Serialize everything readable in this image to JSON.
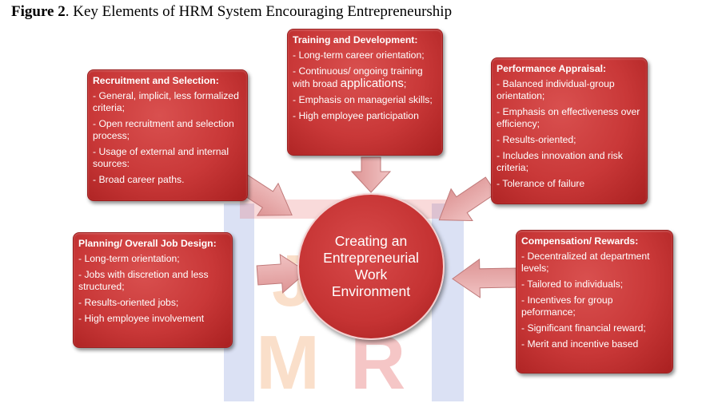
{
  "figure": {
    "label": "Figure 2",
    "title": ". Key Elements of HRM System Encouraging Entrepreneurship"
  },
  "watermark": {
    "letters": [
      "J",
      "M",
      "R"
    ]
  },
  "center": {
    "lines": [
      "Creating an",
      "Entrepreneurial",
      "Work",
      "Environment"
    ]
  },
  "boxes": {
    "recruitment": {
      "title": "Recruitment and Selection:",
      "items": [
        "- General, implicit, less formalized criteria;",
        "- Open recruitment  and selection process;",
        "- Usage of external and internal sources:",
        "- Broad career paths."
      ]
    },
    "training": {
      "title": "Training and Development:",
      "items": [
        "- Long-term career orientation;",
        "- Continuous/ ongoing training with broad",
        "applications",
        ";",
        "-  Emphasis on managerial skills;",
        "- High employee participation"
      ]
    },
    "performance": {
      "title": "Performance Appraisal:",
      "items": [
        "- Balanced individual-group orientation;",
        "- Emphasis on effectiveness over efficiency;",
        "- Results-oriented;",
        "- Includes innovation and risk criteria;",
        "- Tolerance of failure"
      ]
    },
    "planning": {
      "title": "Planning/ Overall Job Design:",
      "items": [
        "- Long-term orientation;",
        "- Jobs with discretion and less structured;",
        "- Results-oriented jobs;",
        "- High employee involvement"
      ]
    },
    "compensation": {
      "title": "Compensation/ Rewards:",
      "items": [
        "- Decentralized at department levels;",
        "- Tailored to individuals;",
        "- Incentives for group peformance;",
        "- Significant financial  reward;",
        "- Merit and incentive based"
      ]
    }
  },
  "colors": {
    "box_fill": "#c93838",
    "arrow_fill": "#e8a6a6",
    "watermark_blue": "#7f93d8",
    "watermark_orange": "#f0a060",
    "watermark_red": "#e25555"
  }
}
